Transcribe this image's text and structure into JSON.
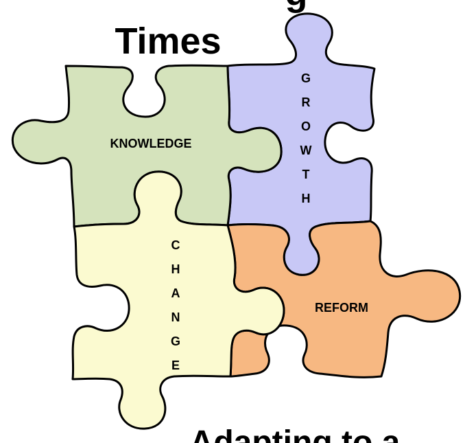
{
  "title_top_partial": "g",
  "title_line": "Times",
  "subtitle_bottom": "Adapting to a",
  "pieces": {
    "knowledge": {
      "label": "KNOWLEDGE",
      "color": "#d5e3bc"
    },
    "growth": {
      "letters": [
        "G",
        "R",
        "O",
        "W",
        "T",
        "H"
      ],
      "color": "#c8c8f6"
    },
    "change": {
      "letters": [
        "C",
        "H",
        "A",
        "N",
        "G",
        "E"
      ],
      "color": "#fbfad0"
    },
    "reform": {
      "label": "REFORM",
      "color": "#f7b882"
    }
  }
}
